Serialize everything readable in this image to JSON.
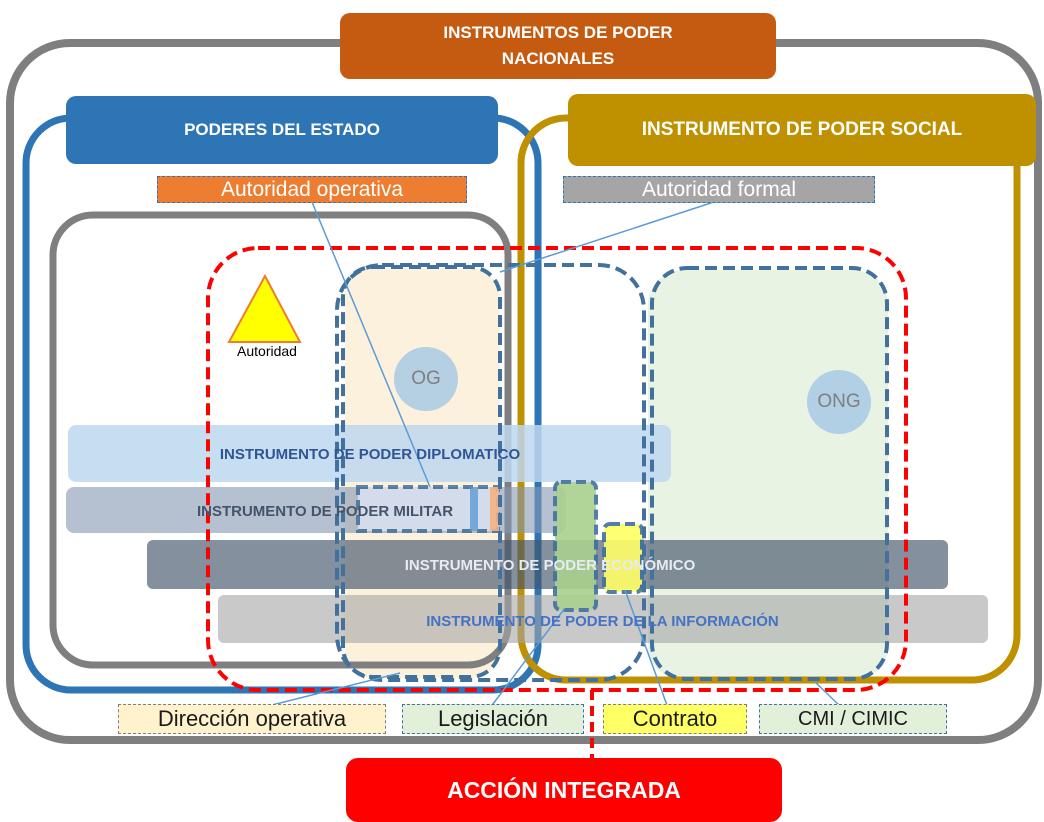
{
  "titles": {
    "national_line1": "INSTRUMENTOS DE PODER",
    "national_line2": "NACIONALES",
    "state_powers": "PODERES DEL ESTADO",
    "social_power": "INSTRUMENTO DE PODER SOCIAL",
    "integrated_action": "ACCIÓN INTEGRADA"
  },
  "authority": {
    "operational": "Autoridad operativa",
    "formal": "Autoridad formal",
    "triangle_label": "Autoridad"
  },
  "entities": {
    "og": "OG",
    "ong": "ONG"
  },
  "instruments": {
    "diplomatic": "INSTRUMENTO DE PODER DIPLOMATICO",
    "military": "INSTRUMENTO DE PODER MILITAR",
    "economic": "INSTRUMENTO DE PODER ECONÓMICO",
    "information": "INSTRUMENTO DE PODER DE LA INFORMACIÓN"
  },
  "relationships": {
    "operational_direction": "Dirección operativa",
    "legislation": "Legislación",
    "contract": "Contrato",
    "cmi_cimic": "CMI / CIMIC"
  },
  "colors": {
    "national_frame": "#7f7f7f",
    "national_header": "#c55a11",
    "state_frame": "#2e75b6",
    "social_frame": "#bf9000",
    "integrated_action": "#ff0000",
    "dashed_blue": "#41719c"
  }
}
